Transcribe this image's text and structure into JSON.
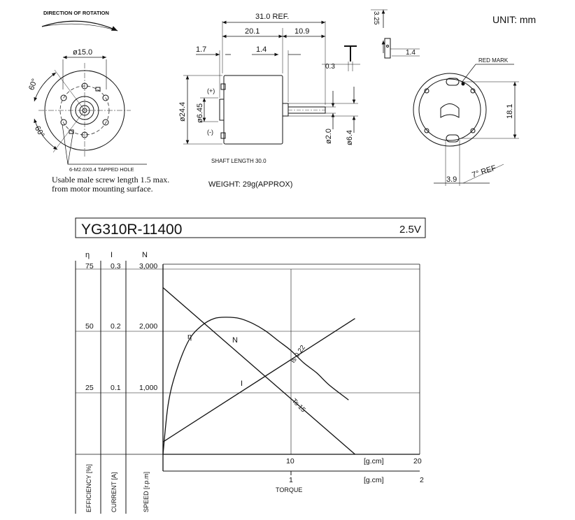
{
  "header": {
    "unit": "UNIT:  mm",
    "rotation": "DIRECTION OF ROTATION"
  },
  "front_view": {
    "dia": "ø15.0",
    "angle_top": "60°",
    "angle_bottom": "60°",
    "hole_callout": "6-M2.0X0.4 TAPPED HOLE",
    "note_line1": "Usable male screw length 1.5 max.",
    "note_line2": "from motor mounting surface."
  },
  "side_view": {
    "length_ref": "31.0 REF.",
    "dim_20_1": "20.1",
    "dim_10_9": "10.9",
    "dim_1_7": "1.7",
    "dim_1_4": "1.4",
    "dia_24_4": "ø24.4",
    "dia_6_45": "ø6.45",
    "plus": "(+)",
    "minus": "(-)",
    "dia_2_0": "ø2.0",
    "dia_6_4": "ø6.4",
    "shaft_length": "SHAFT LENGTH 30.0",
    "weight": "WEIGHT: 29g(APPROX)"
  },
  "terminal_detail": {
    "dim_3_25": "3.25",
    "dim_0_3": "0.3",
    "dim_1_4": "1.4"
  },
  "rear_view": {
    "red_mark": "RED MARK",
    "dim_18_1": "18.1",
    "dim_3_9": "3.9",
    "angle_ref": "7° REF"
  },
  "chart_data": {
    "type": "line",
    "model": "YG310R-11400",
    "voltage": "2.5V",
    "axis_heads": {
      "efficiency": "η",
      "current": "I",
      "speed": "N"
    },
    "axis_titles": {
      "efficiency": "EFFICIENCY [%]",
      "current": "CURRENT [A]",
      "speed": "SPEED [r.p.m]",
      "torque": "TORQUE"
    },
    "efficiency_ticks": [
      "75",
      "50",
      "25"
    ],
    "current_ticks": [
      "0.3",
      "0.2",
      "0.1"
    ],
    "speed_ticks": [
      "3,000",
      "2,000",
      "1,000"
    ],
    "torque_gcm": {
      "tick": "10",
      "max": "20",
      "unit": "[g.cm]"
    },
    "torque_mnm": {
      "tick": "1",
      "max": "2",
      "unit": "[g.cm]"
    },
    "xlim_gcm": [
      0,
      20
    ],
    "speed_ylim": [
      0,
      3000
    ],
    "current_ylim": [
      0,
      0.3
    ],
    "efficiency_ylim": [
      0,
      75
    ],
    "series": [
      {
        "name": "N",
        "x": [
          0,
          15
        ],
        "y": [
          2700,
          0
        ]
      },
      {
        "name": "I",
        "x": [
          0,
          15
        ],
        "y": [
          0.02,
          0.22
        ]
      },
      {
        "name": "η",
        "x": [
          0,
          0.4,
          1,
          2,
          3,
          4,
          5,
          6,
          7,
          8,
          9,
          10,
          11,
          12,
          13,
          14.5
        ],
        "y": [
          0,
          20,
          33,
          46,
          52,
          55,
          55.5,
          55,
          53,
          50,
          46,
          42,
          37,
          33,
          28,
          22
        ]
      }
    ],
    "annotations": {
      "is": "Is 0.22",
      "ts": "Ts 15"
    }
  }
}
